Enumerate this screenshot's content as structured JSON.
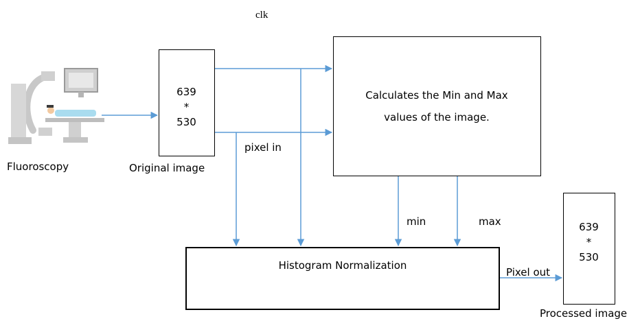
{
  "clock_label": "clk",
  "source": {
    "label": "Fluoroscopy"
  },
  "original_image": {
    "line1": "639",
    "line2": "*",
    "line3": "530",
    "caption": "Original image"
  },
  "minmax_block": {
    "line1": "Calculates the Min and Max",
    "line2": "values of the image."
  },
  "normalization_block": {
    "label": "Histogram Normalization"
  },
  "processed_image": {
    "line1": "639",
    "line2": "*",
    "line3": "530",
    "caption": "Processed image"
  },
  "signals": {
    "pixel_in": "pixel in",
    "min": "min",
    "max": "max",
    "pixel_out": "Pixel out"
  },
  "colors": {
    "arrow": "#5b9bd5",
    "border": "#000000"
  },
  "icons": {
    "source": "fluoroscopy-machine-icon"
  }
}
